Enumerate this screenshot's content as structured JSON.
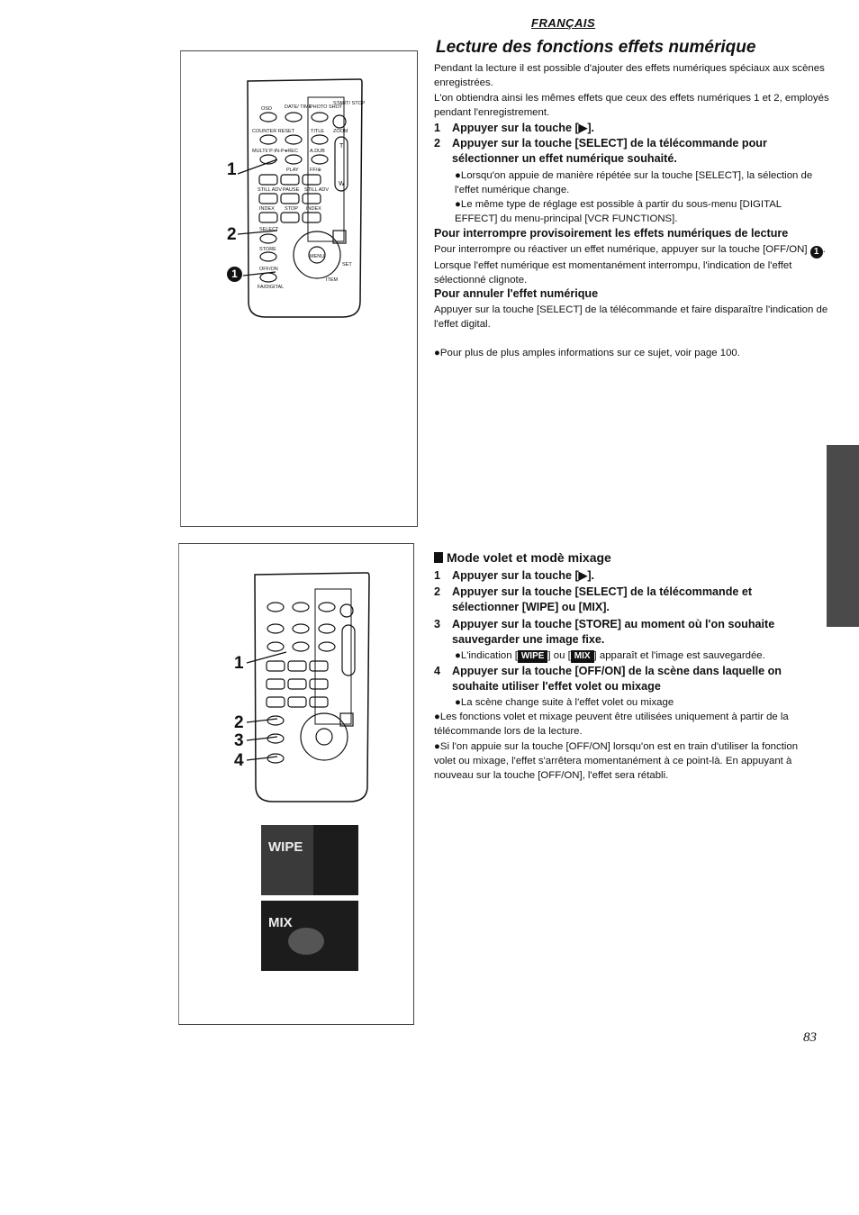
{
  "header": {
    "language": "FRANÇAIS"
  },
  "section1": {
    "title": "Lecture des fonctions effets numérique",
    "intro1": "Pendant la lecture il est possible d'ajouter des effets numériques spéciaux aux scènes enregistrées.",
    "intro2": "L'on obtiendra ainsi les mêmes effets que ceux des effets numériques 1 et 2, employés pendant l'enregistrement.",
    "step1_num": "1",
    "step1": "Appuyer sur la touche [▶].",
    "step2_num": "2",
    "step2": "Appuyer sur la touche [SELECT] de la télécommande pour sélectionner un effet numérique souhaité.",
    "bullet1": "Lorsqu'on appuie de manière répétée sur la touche [SELECT], la sélection de l'effet numérique change.",
    "bullet2": "Le même type de réglage est possible à partir du sous-menu [DIGITAL EFFECT] du menu-principal [VCR FUNCTIONS].",
    "pause_heading": "Pour interrompre provisoirement les effets numériques de lecture",
    "pause_text_a": "Pour interrompre ou réactiver un effet numérique, appuyer sur la touche [OFF/ON]",
    "pause_text_b": ". Lorsque l'effet numérique est momentanément interrompu, l'indication de l'effet sélectionné clignote.",
    "cancel_heading": "Pour annuler l'effet numérique",
    "cancel_text": "Appuyer sur la touche [SELECT] de la télécommande et faire disparaître l'indication de l'effet digital.",
    "more_info": "Pour plus de plus amples informations sur ce sujet, voir page 100."
  },
  "section2": {
    "heading": "Mode volet et modè mixage",
    "step1_num": "1",
    "step1": "Appuyer sur la touche [▶].",
    "step2_num": "2",
    "step2": "Appuyer sur la touche [SELECT] de la télécommande et sélectionner [WIPE] ou [MIX].",
    "step3_num": "3",
    "step3": "Appuyer sur la touche [STORE] au moment où l'on souhaite sauvegarder une image fixe.",
    "bullet3_a": "L'indication [",
    "wipe_tag": "WIPE",
    "bullet3_b": "] ou [",
    "mix_tag": "MIX",
    "bullet3_c": "] apparaît et l'image est sauvegardée.",
    "step4_num": "4",
    "step4": "Appuyer sur la touche [OFF/ON] de la scène dans laquelle on souhaite utiliser l'effet volet ou mixage",
    "bullet4": "La scène change suite à l'effet volet ou mixage",
    "note1": "Les fonctions volet et mixage peuvent être utilisées uniquement à partir de la télécommande lors de la lecture.",
    "note2": "Si l'on appuie sur la touche [OFF/ON] lorsqu'on est en train d'utiliser la fonction volet ou mixage, l'effet s'arrêtera momentanément à ce point-là. En appuyant à nouveau sur la touche [OFF/ON], l'effet sera rétabli."
  },
  "remote": {
    "osd": "OSD",
    "date_time": "DATE/ TIME",
    "photo_shot": "PHOTO SHOT",
    "start_stop": "START/ STOP",
    "counter_reset": "COUNTER RESET",
    "title": "TITLE",
    "zoom": "ZOOM",
    "multi_pinp": "MULTI/ P-IN-P",
    "rec": "●REC",
    "a_dub": "A.DUB",
    "play": "PLAY",
    "ff_search": "FF/⊕",
    "still_adv_l": "STILL ADV",
    "pause": "PAUSE",
    "still_adv_r": "STILL ADV",
    "index_l": "INDEX",
    "stop": "STOP",
    "index_r": "INDEX",
    "select": "SELECT",
    "store": "STORE",
    "off_on": "OFF/ON",
    "fadigital": "FA/DIGITAL",
    "menu": "MENU",
    "set": "SET",
    "item": "ITEM",
    "t": "T",
    "w": "W"
  },
  "callouts": {
    "c1": "1",
    "c2": "2",
    "c_circle": "1",
    "d1": "1",
    "d2": "2",
    "d3": "3",
    "d4": "4"
  },
  "photos": {
    "wipe_label": "WIPE",
    "mix_label": "MIX"
  },
  "page_number": "83"
}
